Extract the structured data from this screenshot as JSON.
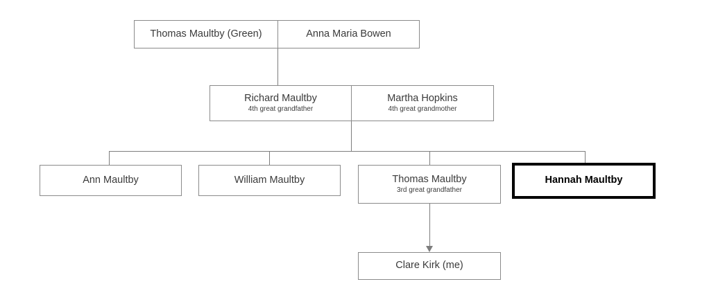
{
  "diagram": {
    "type": "family-tree",
    "title": "",
    "nodes": [
      {
        "id": "thomas-maultby-green",
        "name": "Thomas Maultby (Green)",
        "subtitle": "",
        "generation": 1,
        "highlighted": false
      },
      {
        "id": "anna-maria-bowen",
        "name": "Anna Maria Bowen",
        "subtitle": "",
        "generation": 1,
        "highlighted": false
      },
      {
        "id": "richard-maultby",
        "name": "Richard Maultby",
        "subtitle": "4th great grandfather",
        "generation": 2,
        "highlighted": false
      },
      {
        "id": "martha-hopkins",
        "name": "Martha Hopkins",
        "subtitle": "4th great grandmother",
        "generation": 2,
        "highlighted": false
      },
      {
        "id": "ann-maultby",
        "name": "Ann Maultby",
        "subtitle": "",
        "generation": 3,
        "highlighted": false
      },
      {
        "id": "william-maultby",
        "name": "William Maultby",
        "subtitle": "",
        "generation": 3,
        "highlighted": false
      },
      {
        "id": "thomas-maultby",
        "name": "Thomas Maultby",
        "subtitle": "3rd great grandfather",
        "generation": 3,
        "highlighted": false
      },
      {
        "id": "hannah-maultby",
        "name": "Hannah Maultby",
        "subtitle": "",
        "generation": 3,
        "highlighted": true
      },
      {
        "id": "clare-kirk",
        "name": "Clare Kirk (me)",
        "subtitle": "",
        "generation": 4,
        "highlighted": false
      }
    ],
    "colors": {
      "box_border": "#8a8a8a",
      "highlight_border": "#000000",
      "connector": "#7d7d7d",
      "text": "#3a3a3a",
      "background": "#ffffff"
    }
  }
}
